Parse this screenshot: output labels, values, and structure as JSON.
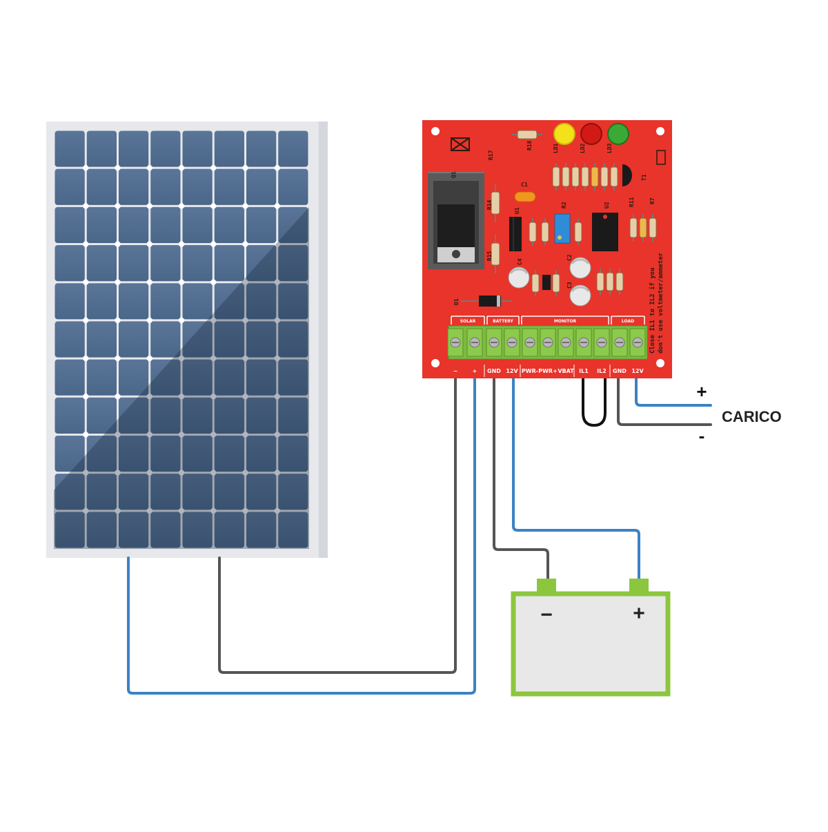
{
  "colors": {
    "pcb_red": "#e8342a",
    "panel_blue": "#4f6d8f",
    "panel_frame": "#e8eaee",
    "terminal_green": "#7dbb41",
    "battery_green": "#8cc63f",
    "wire_blue": "#3b82c4",
    "wire_gray": "#555555",
    "led_yellow": "#f3e21a",
    "led_red": "#d11a16",
    "led_green": "#3aa935"
  },
  "board": {
    "sections": [
      "SOLAR",
      "BATTERY",
      "MONITOR",
      "LOAD"
    ],
    "terminals": [
      "−",
      "+",
      "GND",
      "12V",
      "PWR-",
      "PWR+",
      "VBAT",
      "IL1",
      "IL2",
      "GND",
      "12V"
    ],
    "note_line1": "Close IL1 to IL2 if you",
    "note_line2": "don't use voltmeter/ammeter",
    "labels": {
      "r17": "R17",
      "r18": "R18",
      "led1": "LD1",
      "led2": "LD2",
      "led3": "LD3",
      "q1": "Q1",
      "c1": "C1",
      "r14": "R14",
      "r15": "R15",
      "u1": "U1",
      "r2": "R2",
      "u2": "U2",
      "d1": "D1",
      "t1": "T1",
      "r11": "R11",
      "c2": "C2",
      "c3": "C3",
      "c4": "C4",
      "r7": "R7"
    }
  },
  "load": {
    "plus": "+",
    "minus": "-",
    "label": "CARICO"
  },
  "battery": {
    "minus": "−",
    "plus": "+"
  }
}
